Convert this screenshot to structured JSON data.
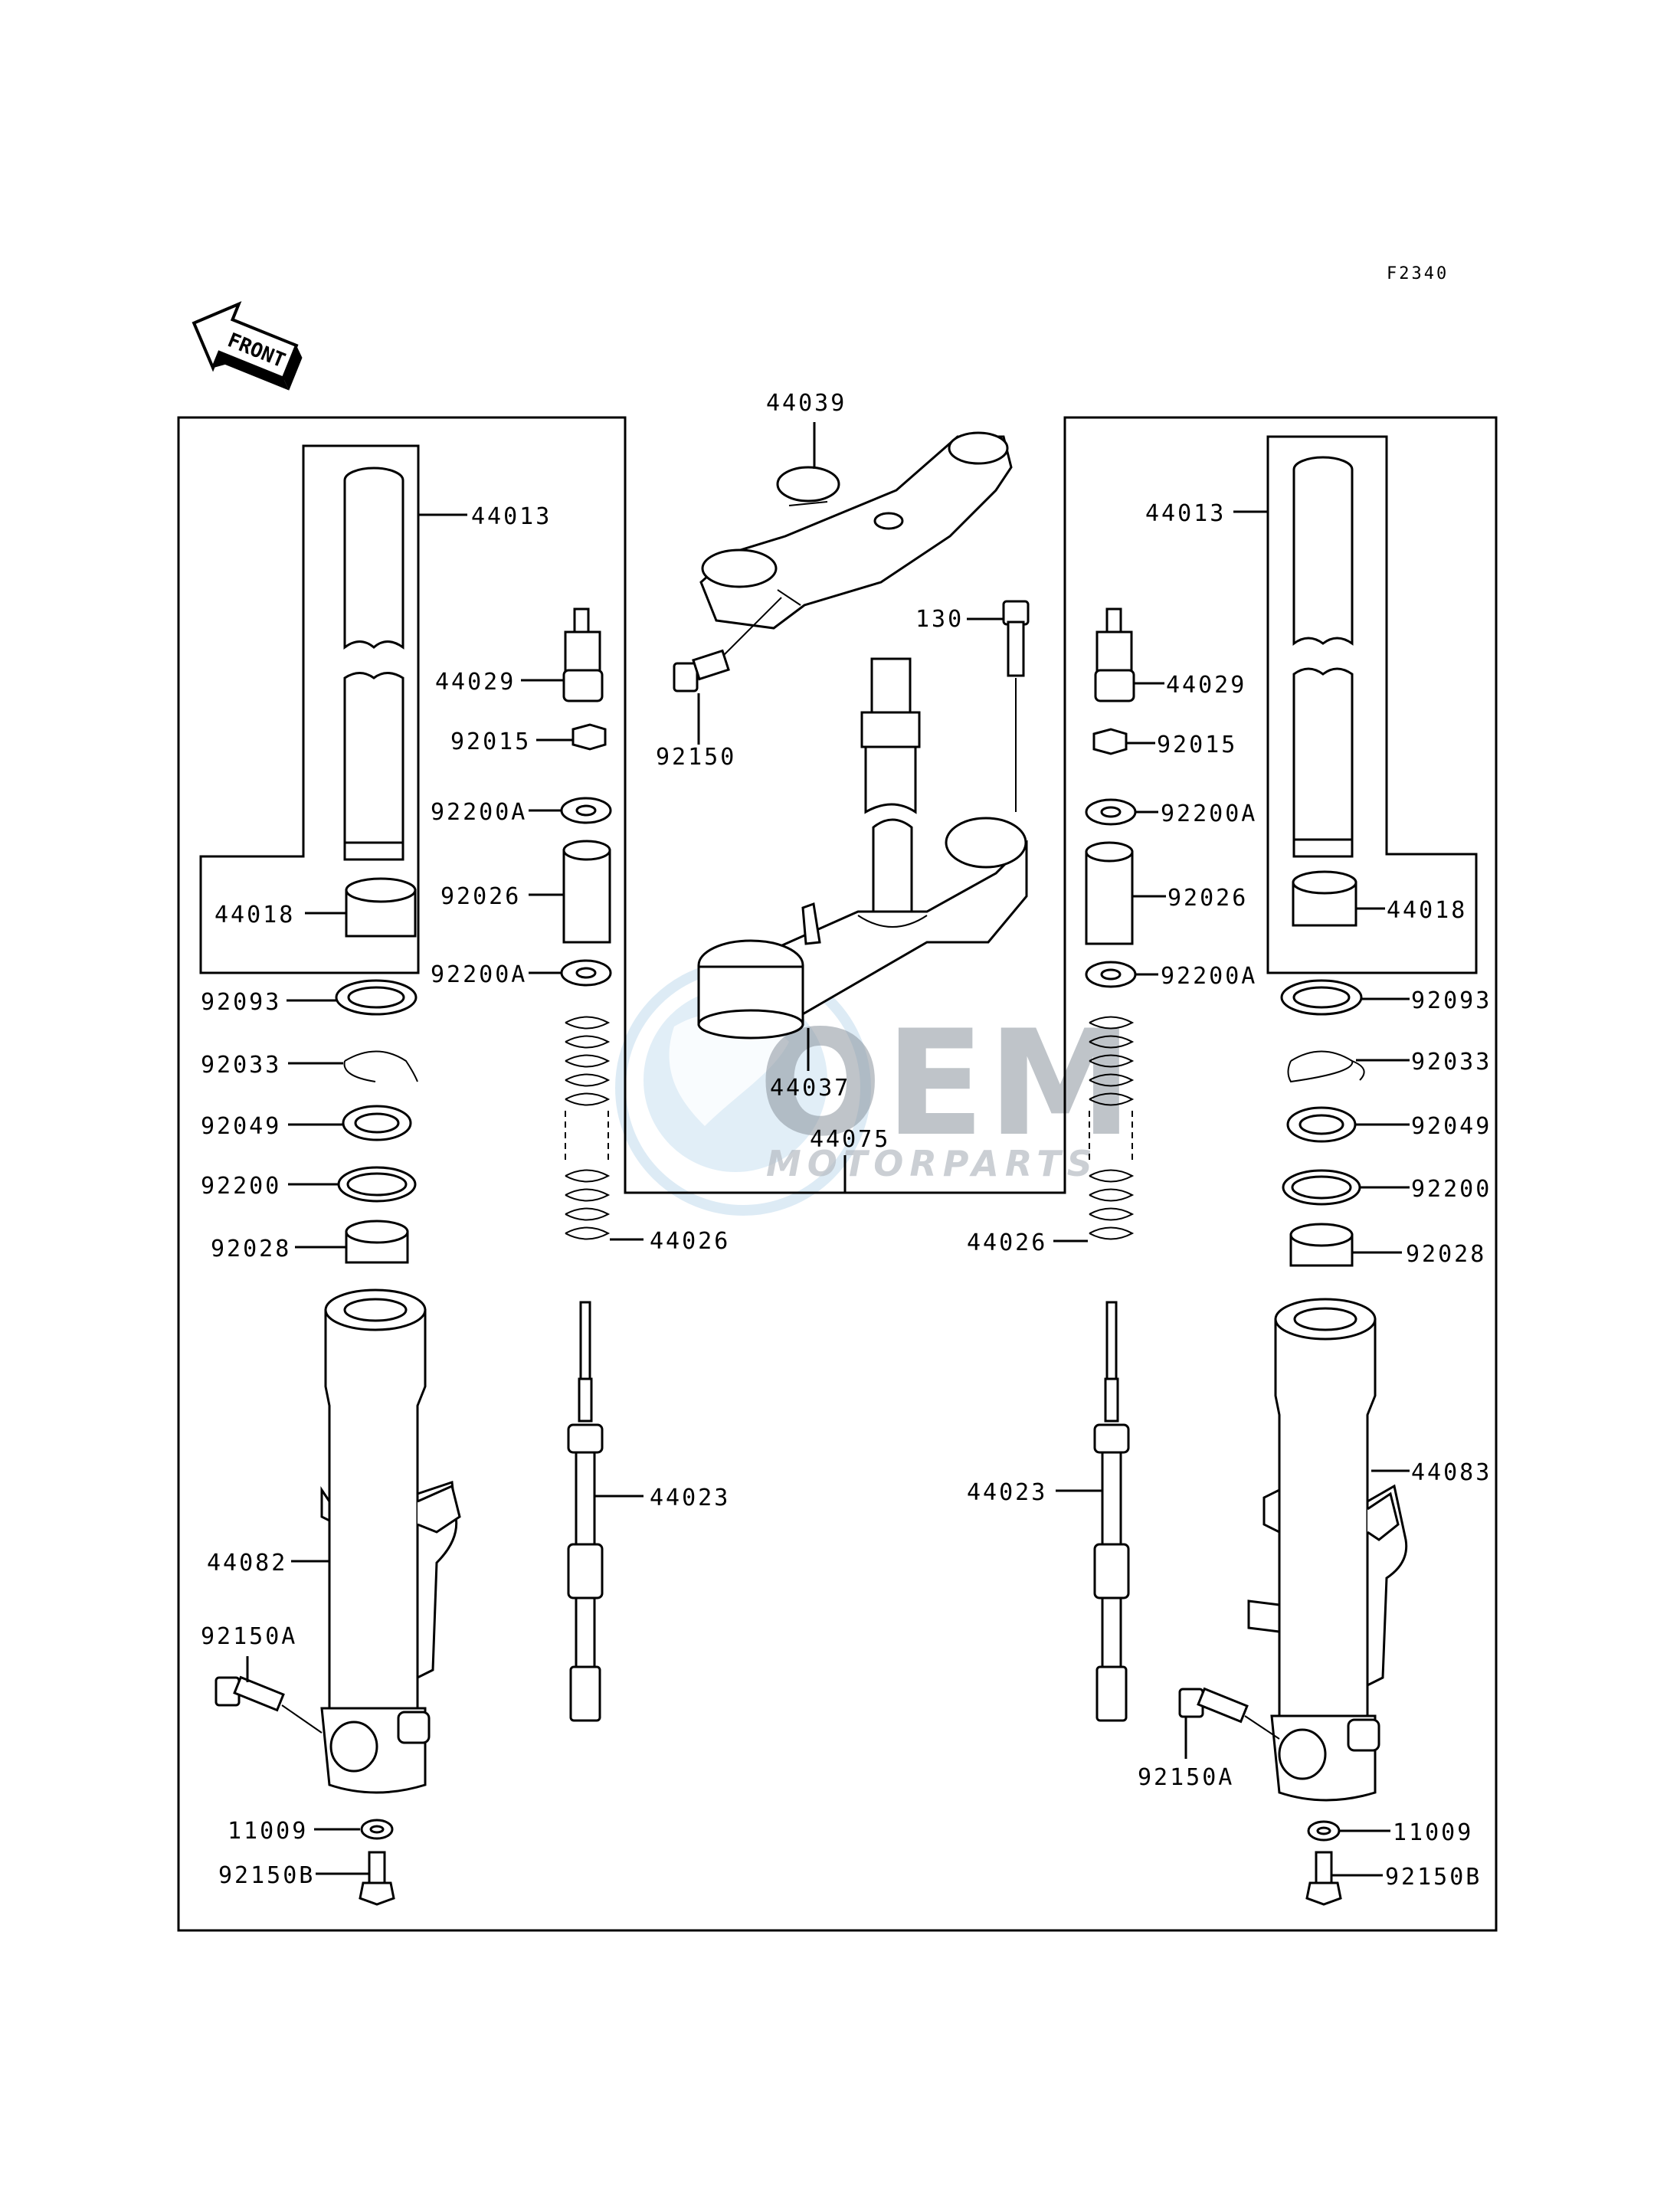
{
  "diagram_code": "F2340",
  "front_label": "FRONT",
  "watermark": {
    "brand": "OEM",
    "sub": "MOTORPARTS"
  },
  "parts_left": {
    "p44013": "44013",
    "p44018": "44018",
    "p44029": "44029",
    "p92015": "92015",
    "p92200A_top": "92200A",
    "p92026": "92026",
    "p92200A_bottom": "92200A",
    "p92093": "92093",
    "p92033": "92033",
    "p92049": "92049",
    "p92200": "92200",
    "p92028": "92028",
    "p44026": "44026",
    "p44023": "44023",
    "p44082": "44082",
    "p92150A": "92150A",
    "p11009": "11009",
    "p92150B": "92150B"
  },
  "parts_center": {
    "p44039": "44039",
    "p130": "130",
    "p92150": "92150",
    "p44037": "44037",
    "p44075": "44075"
  },
  "parts_right": {
    "p44013": "44013",
    "p44018": "44018",
    "p44029": "44029",
    "p92015": "92015",
    "p92200A_top": "92200A",
    "p92026": "92026",
    "p92200A_bottom": "92200A",
    "p92093": "92093",
    "p92033": "92033",
    "p92049": "92049",
    "p92200": "92200",
    "p92028": "92028",
    "p44026": "44026",
    "p44023": "44023",
    "p44083": "44083",
    "p92150A": "92150A",
    "p11009": "11009",
    "p92150B": "92150B"
  }
}
